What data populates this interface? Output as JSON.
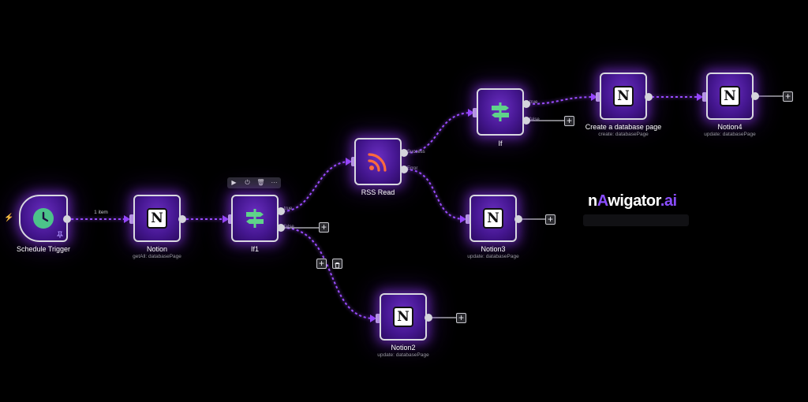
{
  "connection_labels": {
    "items_count": "1 item",
    "if1_true": "true",
    "if1_false": "false",
    "rss_success": "Success",
    "rss_error": "Error",
    "if_true": "true",
    "if_false": "false"
  },
  "nodes": {
    "schedule_trigger": {
      "label": "Schedule Trigger",
      "icon": "clock-icon"
    },
    "notion": {
      "label": "Notion",
      "sub": "getAll: databasePage",
      "icon": "notion-icon"
    },
    "if1": {
      "label": "If1",
      "icon": "signpost-icon"
    },
    "rss_read": {
      "label": "RSS Read",
      "icon": "rss-icon"
    },
    "if": {
      "label": "If",
      "icon": "signpost-icon"
    },
    "create_page": {
      "label": "Create a database page",
      "sub": "create: databasePage",
      "icon": "notion-icon"
    },
    "notion4": {
      "label": "Notion4",
      "sub": "update: databasePage",
      "icon": "notion-icon"
    },
    "notion3": {
      "label": "Notion3",
      "sub": "update: databasePage",
      "icon": "notion-icon"
    },
    "notion2": {
      "label": "Notion2",
      "sub": "update: databasePage",
      "icon": "notion-icon"
    }
  },
  "toolbar": {
    "play": "▶",
    "power": "⏻",
    "delete": "🗑",
    "more": "···"
  },
  "plus_glyph": "+",
  "notion_glyph": "N",
  "trigger_bolt": "⚡",
  "logo": {
    "part1": "n",
    "part2": "A",
    "part3": "wigator",
    "part4": ".ai"
  },
  "colors": {
    "accent": "#8a4dff",
    "node_fill": "#44168f",
    "wire": "#9b4dff",
    "clock": "#4cc38a",
    "signpost": "#5fd38a",
    "rss": "#ff6a3d",
    "bolt": "#ff6b57"
  }
}
